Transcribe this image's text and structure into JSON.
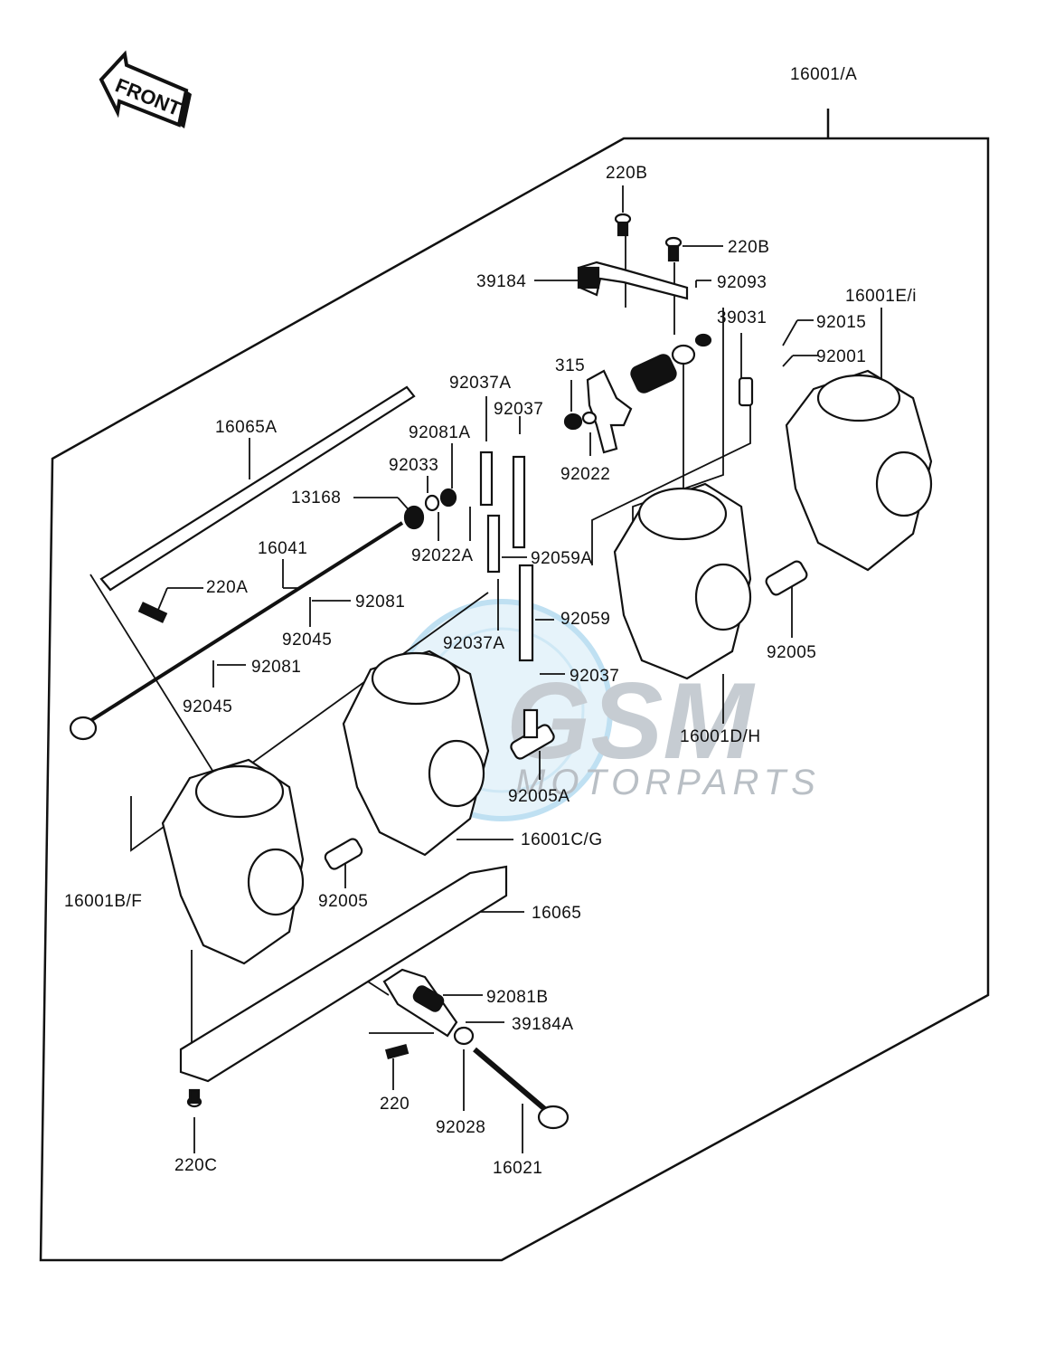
{
  "direction_marker": {
    "label": "FRONT"
  },
  "watermark": {
    "brand": "GSM",
    "subtitle": "MOTORPARTS"
  },
  "part_labels": {
    "p16001A": "16001/A",
    "p220B_top": "220B",
    "p220B_right": "220B",
    "p39184": "39184",
    "p92093": "92093",
    "p39031": "39031",
    "p16001Ei": "16001E/i",
    "p92015": "92015",
    "p92001": "92001",
    "p315": "315",
    "p92022": "92022",
    "p92037A_top": "92037A",
    "p92037_top": "92037",
    "p92081A": "92081A",
    "p16065A": "16065A",
    "p92033": "92033",
    "p13168": "13168",
    "p92022A": "92022A",
    "p92059A": "92059A",
    "p16041": "16041",
    "p220A": "220A",
    "p92081_a": "92081",
    "p92045_a": "92045",
    "p92059": "92059",
    "p92037A_mid": "92037A",
    "p92081_b": "92081",
    "p92045_b": "92045",
    "p92037_mid": "92037",
    "p92005_right": "92005",
    "p16001DH": "16001D/H",
    "p92005A": "92005A",
    "p16001CG": "16001C/G",
    "p16001BF": "16001B/F",
    "p92005_left": "92005",
    "p16065": "16065",
    "p92081B": "92081B",
    "p39184A": "39184A",
    "p220": "220",
    "p92028": "92028",
    "p220C": "220C",
    "p16021": "16021"
  }
}
